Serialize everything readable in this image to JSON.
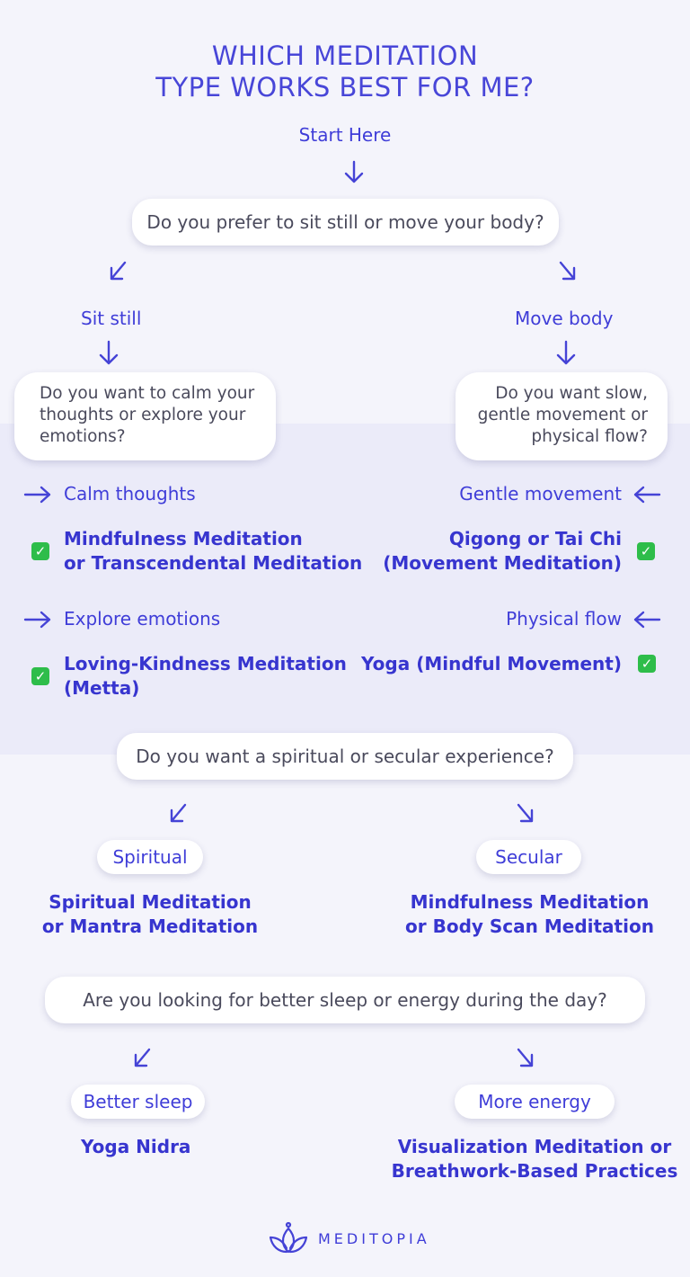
{
  "title": {
    "line1": "WHICH MEDITATION",
    "line2": "TYPE WORKS BEST FOR ME?"
  },
  "start": {
    "label": "Start Here"
  },
  "q1": {
    "question": "Do you prefer to sit still or move your body?",
    "left": {
      "label": "Sit still",
      "question": "Do you want to calm your thoughts or explore your emotions?",
      "options": [
        {
          "label": "Calm thoughts",
          "result_line1": "Mindfulness Meditation",
          "result_line2": "or Transcendental Meditation"
        },
        {
          "label": "Explore emotions",
          "result_line1": "Loving-Kindness Meditation",
          "result_line2": "(Metta)"
        }
      ]
    },
    "right": {
      "label": "Move body",
      "question": "Do you want slow, gentle movement or physical flow?",
      "options": [
        {
          "label": "Gentle movement",
          "result_line1": "Qigong or Tai Chi",
          "result_line2": "(Movement Meditation)"
        },
        {
          "label": "Physical flow",
          "result_line1": "Yoga (Mindful Movement)",
          "result_line2": ""
        }
      ]
    }
  },
  "q2": {
    "question": "Do you want a spiritual or secular experience?",
    "left": {
      "label": "Spiritual",
      "result_line1": "Spiritual Meditation",
      "result_line2": "or Mantra Meditation"
    },
    "right": {
      "label": "Secular",
      "result_line1": "Mindfulness Meditation",
      "result_line2": "or Body Scan Meditation"
    }
  },
  "q3": {
    "question": "Are you looking for better sleep or energy during the day?",
    "left": {
      "label": "Better sleep",
      "result_line1": "Yoga Nidra",
      "result_line2": ""
    },
    "right": {
      "label": "More energy",
      "result_line1": "Visualization Meditation or",
      "result_line2": "Breathwork-Based Practices"
    }
  },
  "logo": {
    "text": "MEDITOPIA",
    "icon": "lotus-icon"
  },
  "colors": {
    "accent": "#3f3dd8",
    "band": "#ebebf9",
    "background": "#f4f4fb",
    "check": "#2ebd4a"
  },
  "icons": {
    "check": "✓"
  }
}
